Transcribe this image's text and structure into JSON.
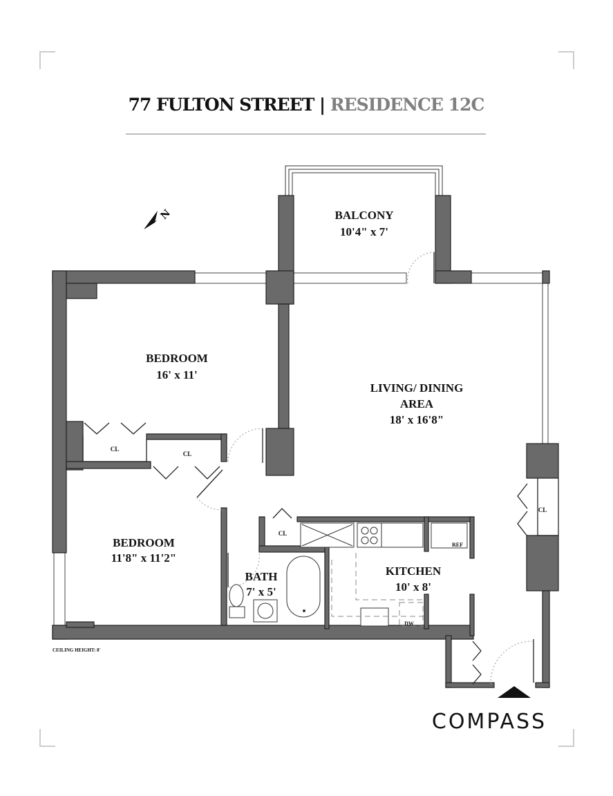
{
  "header": {
    "address": "77 FULTON STREET",
    "separator": "|",
    "residence": "RESIDENCE 12C"
  },
  "rooms": {
    "balcony": {
      "name": "BALCONY",
      "dims": "10'4\" x 7'"
    },
    "bedroom1": {
      "name": "BEDROOM",
      "dims": "16' x 11'"
    },
    "living": {
      "name1": "LIVING/ DINING",
      "name2": "AREA",
      "dims": "18' x 16'8\""
    },
    "bedroom2": {
      "name": "BEDROOM",
      "dims": "11'8\" x 11'2\""
    },
    "bath": {
      "name": "BATH",
      "dims": "7' x 5'"
    },
    "kitchen": {
      "name": "KITCHEN",
      "dims": "10' x 8'"
    },
    "closet": "CL",
    "ref": "REF",
    "dw": "DW"
  },
  "ceiling_height": "CEILING HEIGHT: 8'",
  "north_label": "N",
  "brand": "COMPASS",
  "colors": {
    "wall": "#6a6a6a",
    "residence": "#808080"
  }
}
